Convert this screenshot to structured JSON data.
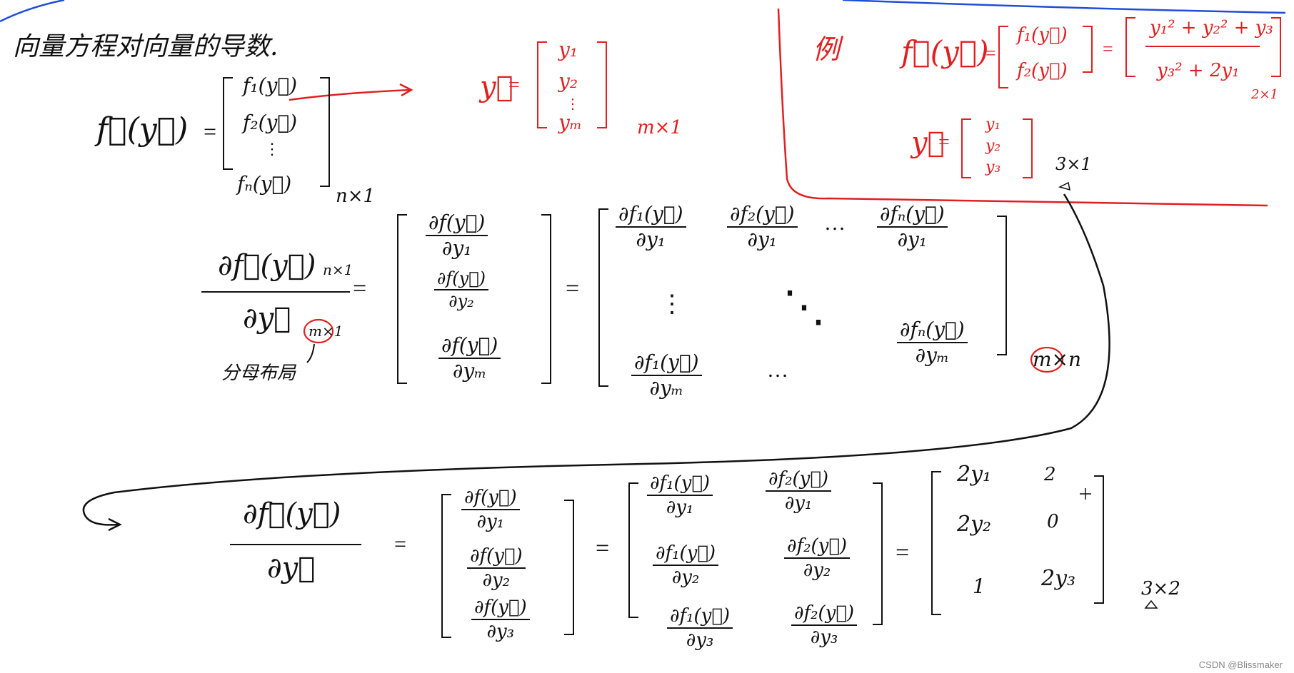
{
  "note": {
    "title": "向量方程对向量的导数.",
    "def": {
      "lhs": "f⃗(y⃗)",
      "entries": [
        "f₁(y⃗)",
        "f₂(y⃗)",
        "⋮",
        "fₙ(y⃗)"
      ],
      "size": "n×1"
    },
    "yvec": {
      "lhs": "y⃗",
      "entries": [
        "y₁",
        "y₂",
        "⋮",
        "yₘ"
      ],
      "size": "m×1"
    },
    "example": {
      "label": "例",
      "lhs": "f⃗(y⃗)",
      "entries": [
        "f₁(y⃗)",
        "f₂(y⃗)"
      ],
      "comp1": "y₁² + y₂² + y₃",
      "comp2": "y₃² + 2y₁",
      "size": "2×1",
      "ylhs": "y⃗",
      "yentries": [
        "y₁",
        "y₂",
        "y₃"
      ],
      "ysize": "3×1"
    },
    "general": {
      "lhs_num": "∂f⃗(y⃗)",
      "lhs_num_sub": "n×1",
      "lhs_den": "∂y⃗",
      "lhs_den_sub": "m×1",
      "layout_note": "分母布局",
      "col": [
        {
          "n": "∂f(y⃗)",
          "d": "∂y₁"
        },
        {
          "n": "∂f(y⃗)",
          "d": "∂y₂"
        },
        {
          "n": "∂f(y⃗)",
          "d": "∂yₘ"
        }
      ],
      "m11": {
        "n": "∂f₁(y⃗)",
        "d": "∂y₁"
      },
      "m12": {
        "n": "∂f₂(y⃗)",
        "d": "∂y₁"
      },
      "m1n": {
        "n": "∂fₙ(y⃗)",
        "d": "∂y₁"
      },
      "mm1": {
        "n": "∂f₁(y⃗)",
        "d": "∂yₘ"
      },
      "mmn": {
        "n": "∂fₙ(y⃗)",
        "d": "∂yₘ"
      },
      "hdots": "…",
      "vdots": "⋮",
      "ddots": "⋱",
      "size": "m×n"
    },
    "worked": {
      "lhs_num": "∂f⃗(y⃗)",
      "lhs_den": "∂y⃗",
      "col": [
        {
          "n": "∂f(y⃗)",
          "d": "∂y₁"
        },
        {
          "n": "∂f(y⃗)",
          "d": "∂y₂"
        },
        {
          "n": "∂f(y⃗)",
          "d": "∂y₃"
        }
      ],
      "grid": [
        [
          {
            "n": "∂f₁(y⃗)",
            "d": "∂y₁"
          },
          {
            "n": "∂f₂(y⃗)",
            "d": "∂y₁"
          }
        ],
        [
          {
            "n": "∂f₁(y⃗)",
            "d": "∂y₂"
          },
          {
            "n": "∂f₂(y⃗)",
            "d": "∂y₂"
          }
        ],
        [
          {
            "n": "∂f₁(y⃗)",
            "d": "∂y₃"
          },
          {
            "n": "∂f₂(y⃗)",
            "d": "∂y₃"
          }
        ]
      ],
      "result": [
        [
          "2y₁",
          "2"
        ],
        [
          "2y₂",
          "0"
        ],
        [
          "1",
          "2y₃"
        ]
      ],
      "size": "3×2"
    },
    "eq": "=",
    "watermark": "CSDN @Blissmaker",
    "colors": {
      "ink": "#111111",
      "red": "#e02020",
      "blue": "#1f4fd8"
    }
  }
}
